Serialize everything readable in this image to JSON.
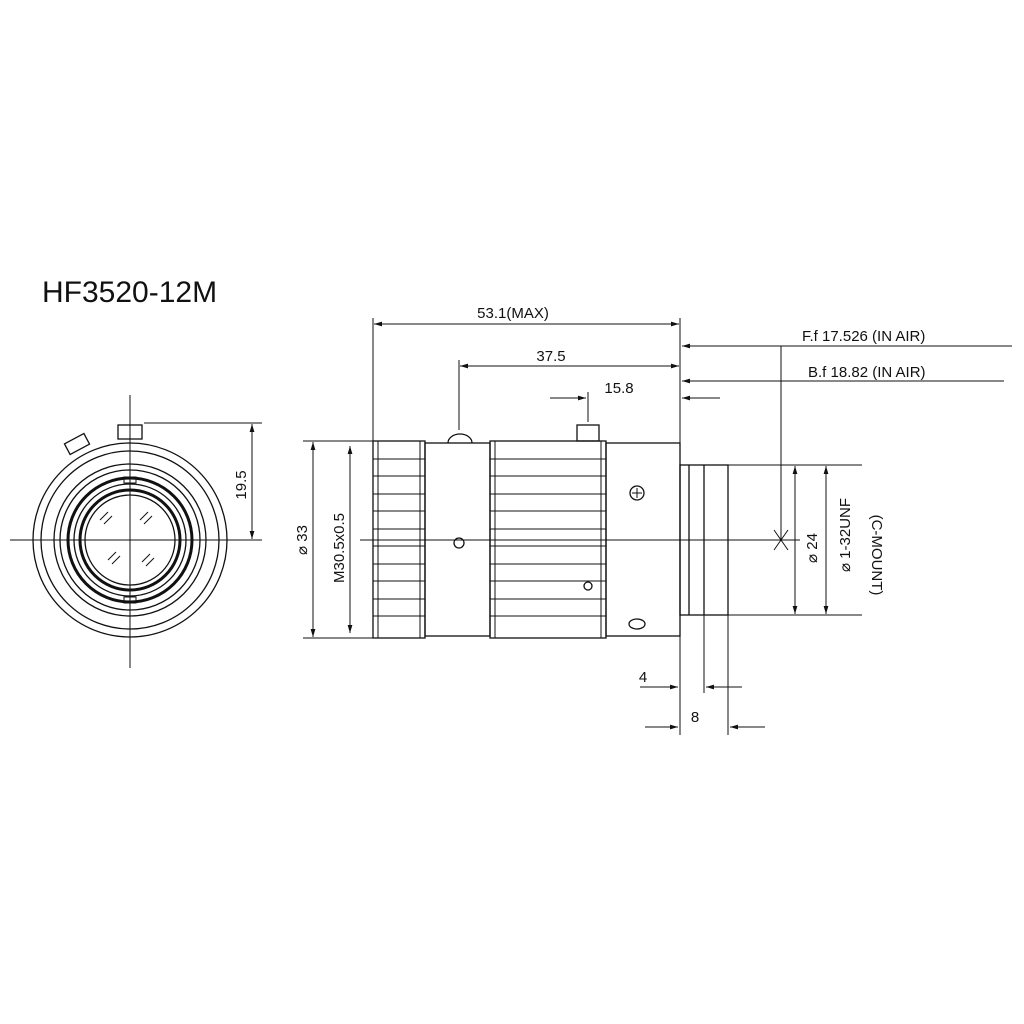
{
  "model": "HF3520-12M",
  "dimensions": {
    "overall_length": "53.1(MAX)",
    "length_to_pin": "37.5",
    "length_to_screw": "15.8",
    "flange_focal": "F.f 17.526 (IN AIR)",
    "back_focal": "B.f 18.82 (IN AIR)",
    "body_diameter": "33",
    "filter_thread": "M30.5x0.5",
    "mount_diameter": "24",
    "mount_thread": "1-32UNF",
    "mount_type": "(C-MOUNT)",
    "screw_height": "19.5",
    "mount_length": "4",
    "rear_length": "8"
  }
}
